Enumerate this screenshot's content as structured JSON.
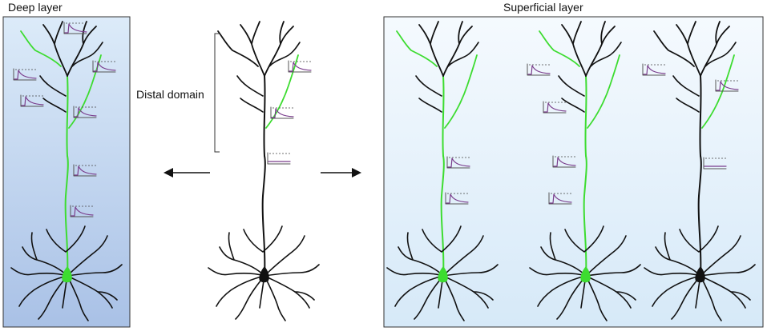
{
  "panels": {
    "deep": {
      "title": "Deep layer"
    },
    "superficial": {
      "title": "Superficial layer"
    }
  },
  "labels": {
    "distal_domain": "Distal domain"
  },
  "colors": {
    "dendrite_active": "#3ddc30",
    "dendrite_inactive": "#111111",
    "trace": "#7a3d8c",
    "deep_panel_top": "#dcebf9",
    "deep_panel_bottom": "#a9c1e6",
    "superficial_panel_top": "#f5fafe",
    "superficial_panel_bottom": "#d6e9f8"
  }
}
